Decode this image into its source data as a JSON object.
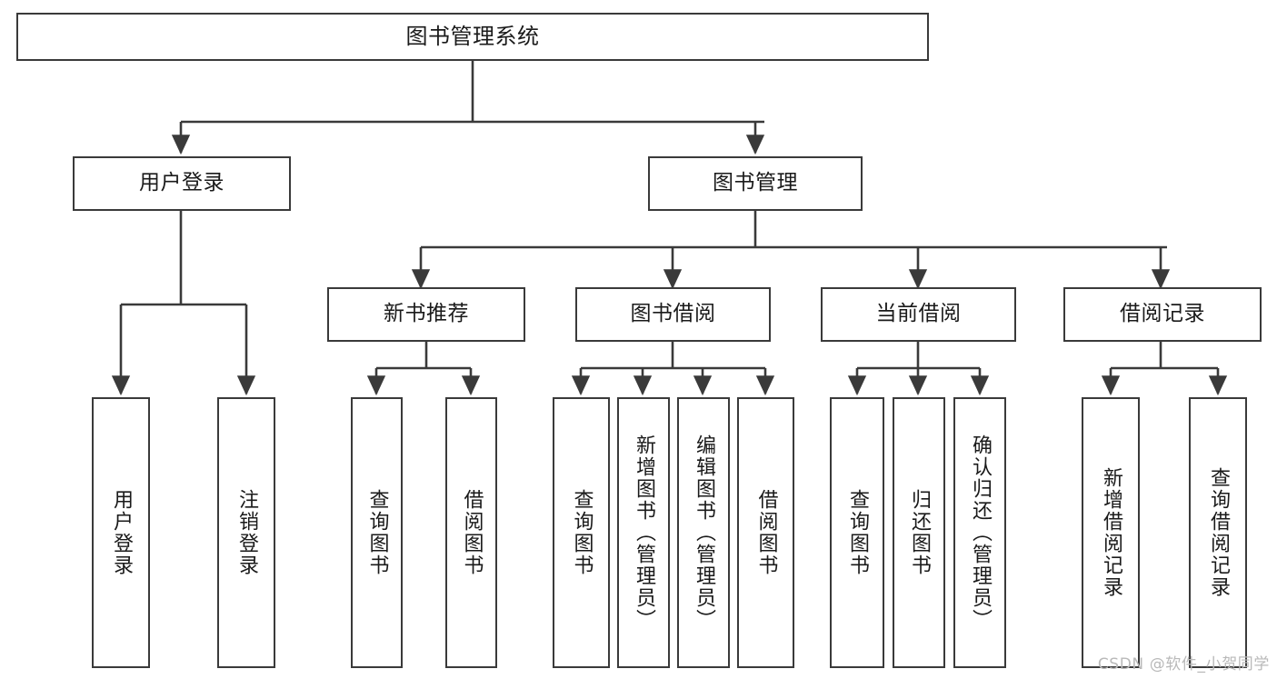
{
  "diagram": {
    "title": "图书管理系统",
    "type": "functional-structure-tree",
    "watermark": "CSDN @软件_小贺同学",
    "colors": {
      "stroke": "#3a3a3a",
      "box_fill": "#ffffff",
      "text": "#1a1a1a",
      "watermark": "#b9b9b9",
      "background": "#ffffff"
    },
    "levels": {
      "root": {
        "label": "图书管理系统"
      },
      "level2": [
        {
          "label": "用户登录"
        },
        {
          "label": "图书管理"
        }
      ],
      "level3": [
        {
          "label": "新书推荐"
        },
        {
          "label": "图书借阅"
        },
        {
          "label": "当前借阅"
        },
        {
          "label": "借阅记录"
        }
      ],
      "leaves": {
        "user_login": [
          {
            "label": "用户登录"
          },
          {
            "label": "注销登录"
          }
        ],
        "new_book_recommend": [
          {
            "label": "查询图书"
          },
          {
            "label": "借阅图书"
          }
        ],
        "book_borrow": [
          {
            "label": "查询图书"
          },
          {
            "label": "新增图书（管理员）"
          },
          {
            "label": "编辑图书（管理员）"
          },
          {
            "label": "借阅图书"
          }
        ],
        "current_borrow": [
          {
            "label": "查询图书"
          },
          {
            "label": "归还图书"
          },
          {
            "label": "确认归还（管理员）"
          }
        ],
        "borrow_record": [
          {
            "label": "新增借阅记录"
          },
          {
            "label": "查询借阅记录"
          }
        ]
      }
    }
  }
}
